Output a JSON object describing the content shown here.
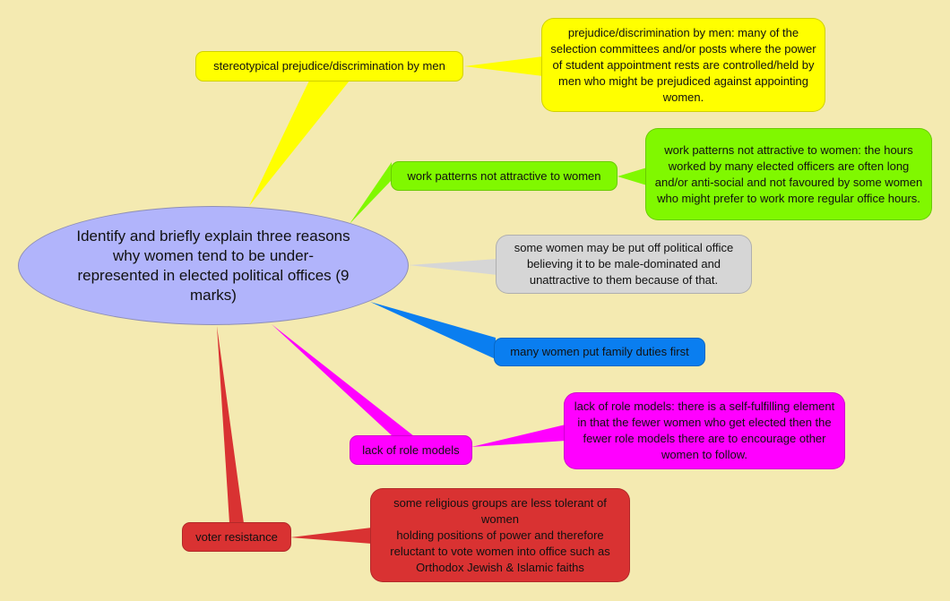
{
  "central_topic": "Identify and briefly explain three reasons why women tend to be under-represented in elected political offices (9 marks)",
  "colors": {
    "background": "#f4eab1",
    "center": "#b1b4fb",
    "yellow": "#ffff00",
    "green": "#80f800",
    "gray": "#d6d6d6",
    "blue": "#0a7ef0",
    "magenta": "#ff00ff",
    "red": "#d93232"
  },
  "branches": [
    {
      "label": "stereotypical prejudice/discrimination by men",
      "detail": "prejudice/discrimination by men: many of the selection committees and/or posts where the power of student appointment rests are controlled/held by men who might be prejudiced against appointing women."
    },
    {
      "label": "work patterns not attractive to women",
      "detail": "work patterns not attractive to women: the hours worked by many elected officers are often long and/or anti-social and not favoured by some women who might prefer to work more regular office hours."
    },
    {
      "detail": "some women may be put off political office believing it to be male-dominated and unattractive to them because of that."
    },
    {
      "label": "many women put family duties first"
    },
    {
      "label": "lack of role models",
      "detail": "lack of role models: there is a self-fulfilling element in that the fewer women who get elected then the fewer role models there are to encourage other women to follow."
    },
    {
      "label": "voter resistance",
      "detail": "some religious groups are less tolerant of women\nholding positions of power and therefore reluctant to vote women into office such as Orthodox Jewish & Islamic faiths"
    }
  ]
}
